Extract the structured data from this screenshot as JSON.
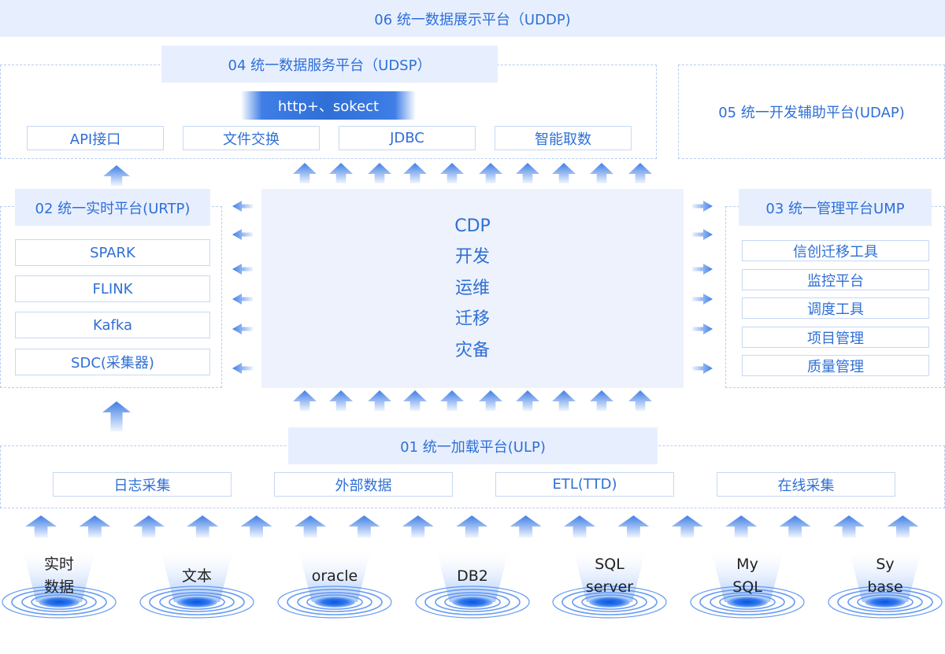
{
  "udpp": {
    "label": "06 统一数据展示平台（UDDP)"
  },
  "udsp": {
    "label": "04 统一数据服务平台（UDSP）",
    "protocol": "http+、sokect",
    "items": [
      "API接口",
      "文件交换",
      "JDBC",
      "智能取数"
    ]
  },
  "udap": {
    "label": "05 统一开发辅助平台(UDAP)"
  },
  "urtp": {
    "label": "02 统一实时平台(URTP)",
    "items": [
      "SPARK",
      "FLINK",
      "Kafka",
      "SDC(采集器)"
    ]
  },
  "core": {
    "items": [
      "CDP",
      "开发",
      "运维",
      "迁移",
      "灾备"
    ]
  },
  "ump": {
    "label": "03 统一管理平台UMP",
    "items": [
      "信创迁移工具",
      "监控平台",
      "调度工具",
      "项目管理",
      "质量管理"
    ]
  },
  "ulp": {
    "label": "01 统一加载平台(ULP)",
    "items": [
      "日志采集",
      "外部数据",
      "ETL(TTD)",
      "在线采集"
    ]
  },
  "sources": [
    {
      "line1": "实时",
      "line2": "数据"
    },
    {
      "line1": "文本",
      "line2": ""
    },
    {
      "line1": "oracle",
      "line2": ""
    },
    {
      "line1": "DB2",
      "line2": ""
    },
    {
      "line1": "SQL",
      "line2": "server"
    },
    {
      "line1": "My",
      "line2": "SQL"
    },
    {
      "line1": "Sy",
      "line2": "base"
    }
  ],
  "colors": {
    "accent": "#2f6fd6",
    "band": "#e7efff",
    "border": "#c6d8f4",
    "arrow": "#4d8bee",
    "text_dark": "#222222"
  }
}
